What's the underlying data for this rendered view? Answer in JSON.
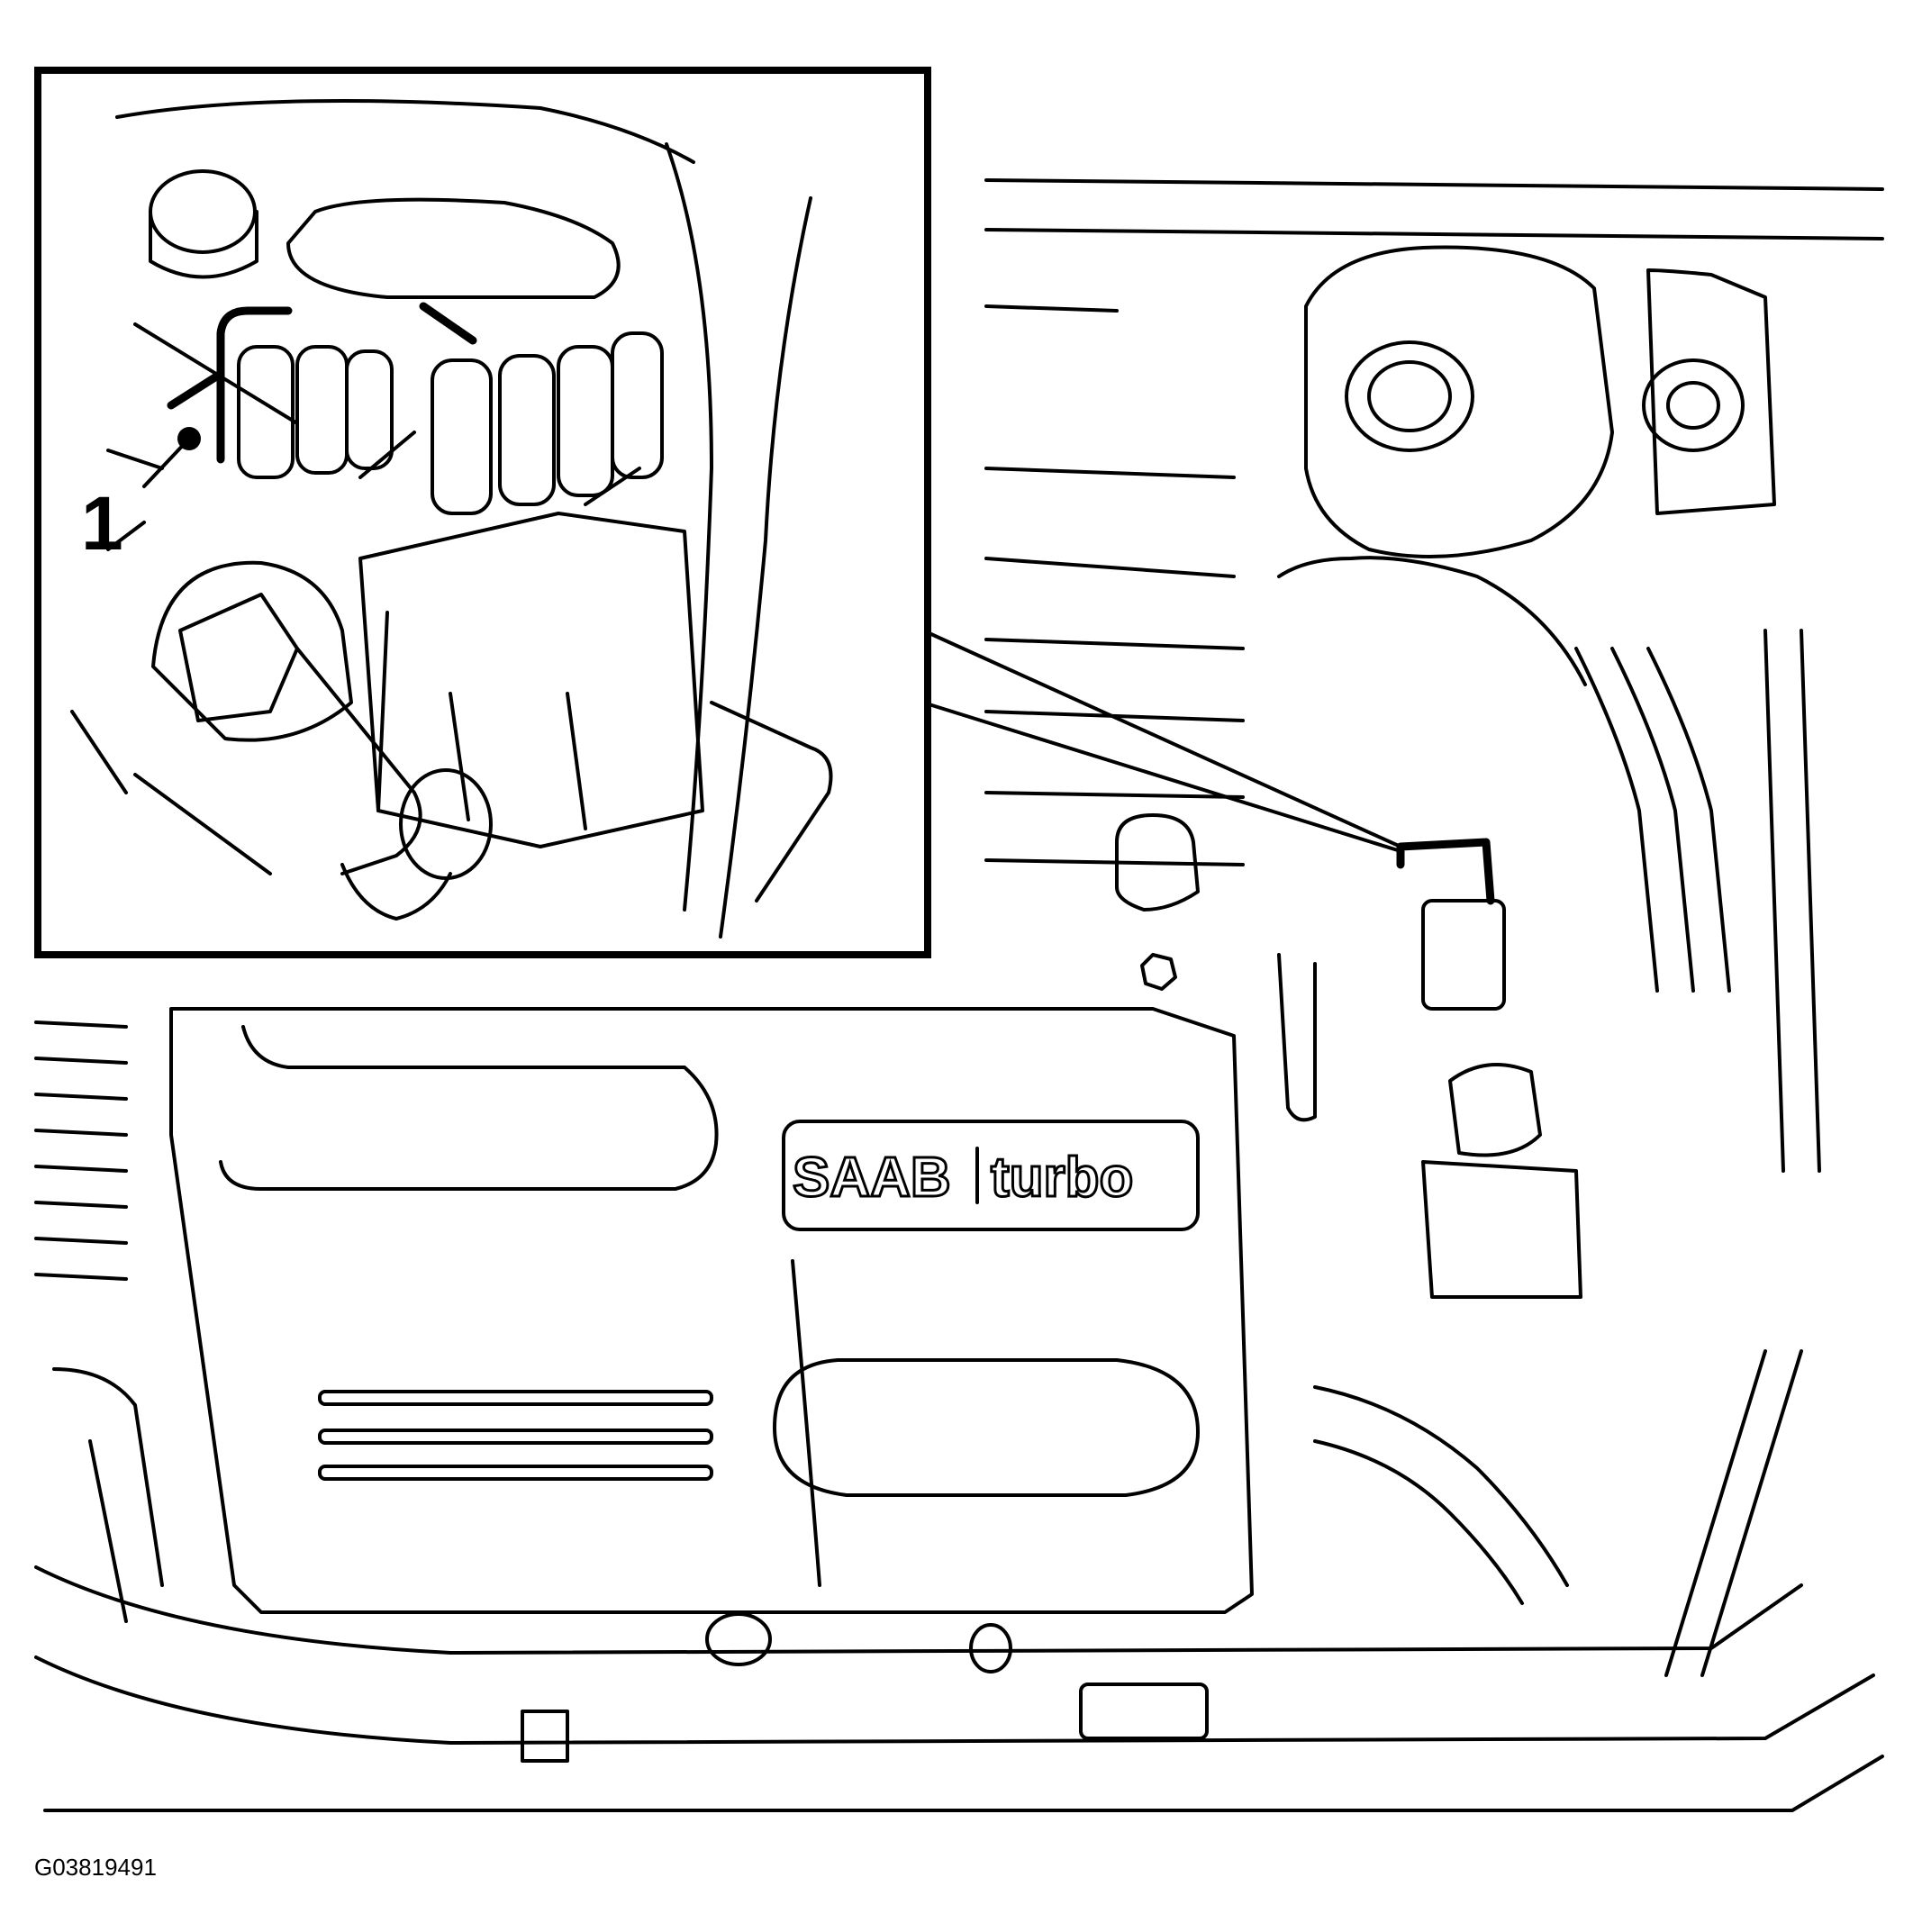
{
  "figure": {
    "id": "G03819491",
    "callout_number": "1"
  },
  "badge": {
    "brand": "SAAB",
    "model": "turbo"
  },
  "colors": {
    "line": "#000000",
    "background": "#ffffff"
  }
}
